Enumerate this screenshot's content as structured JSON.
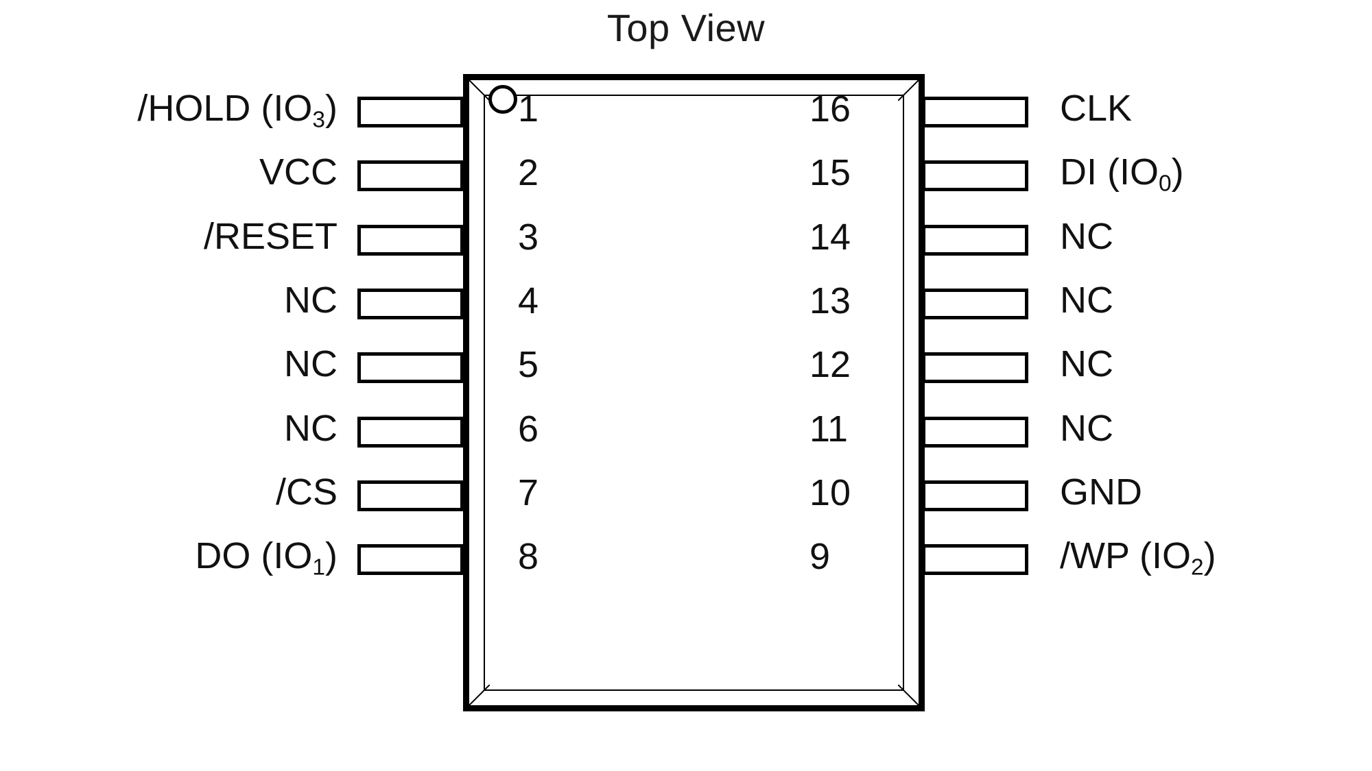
{
  "diagram": {
    "title": "Top View",
    "package_pin_count": 16,
    "pin1_marker": "circle",
    "colors": {
      "line": "#000000",
      "text": "#111111",
      "background": "#ffffff"
    },
    "pins": [
      {
        "number": "1",
        "side": "left",
        "label": "/HOLD (IO",
        "sub": "3",
        "label_tail": ")"
      },
      {
        "number": "2",
        "side": "left",
        "label": "VCC",
        "sub": "",
        "label_tail": ""
      },
      {
        "number": "3",
        "side": "left",
        "label": "/RESET",
        "sub": "",
        "label_tail": ""
      },
      {
        "number": "4",
        "side": "left",
        "label": "NC",
        "sub": "",
        "label_tail": ""
      },
      {
        "number": "5",
        "side": "left",
        "label": "NC",
        "sub": "",
        "label_tail": ""
      },
      {
        "number": "6",
        "side": "left",
        "label": "NC",
        "sub": "",
        "label_tail": ""
      },
      {
        "number": "7",
        "side": "left",
        "label": "/CS",
        "sub": "",
        "label_tail": ""
      },
      {
        "number": "8",
        "side": "left",
        "label": "DO (IO",
        "sub": "1",
        "label_tail": ")"
      },
      {
        "number": "16",
        "side": "right",
        "label": "CLK",
        "sub": "",
        "label_tail": ""
      },
      {
        "number": "15",
        "side": "right",
        "label": "DI (IO",
        "sub": "0",
        "label_tail": ")"
      },
      {
        "number": "14",
        "side": "right",
        "label": "NC",
        "sub": "",
        "label_tail": ""
      },
      {
        "number": "13",
        "side": "right",
        "label": "NC",
        "sub": "",
        "label_tail": ""
      },
      {
        "number": "12",
        "side": "right",
        "label": "NC",
        "sub": "",
        "label_tail": ""
      },
      {
        "number": "11",
        "side": "right",
        "label": "NC",
        "sub": "",
        "label_tail": ""
      },
      {
        "number": "10",
        "side": "right",
        "label": "GND",
        "sub": "",
        "label_tail": ""
      },
      {
        "number": "9",
        "side": "right",
        "label": "/WP (IO",
        "sub": "2",
        "label_tail": ")"
      }
    ]
  }
}
